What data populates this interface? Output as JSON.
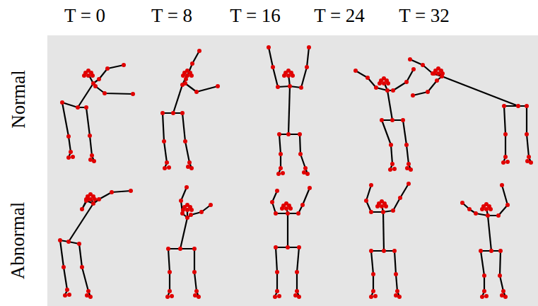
{
  "diagram": {
    "labels": [
      "T = 0",
      "T = 8",
      "T = 16",
      "T = 24",
      "T = 32",
      "Normal",
      "Abnormal"
    ]
  }
}
